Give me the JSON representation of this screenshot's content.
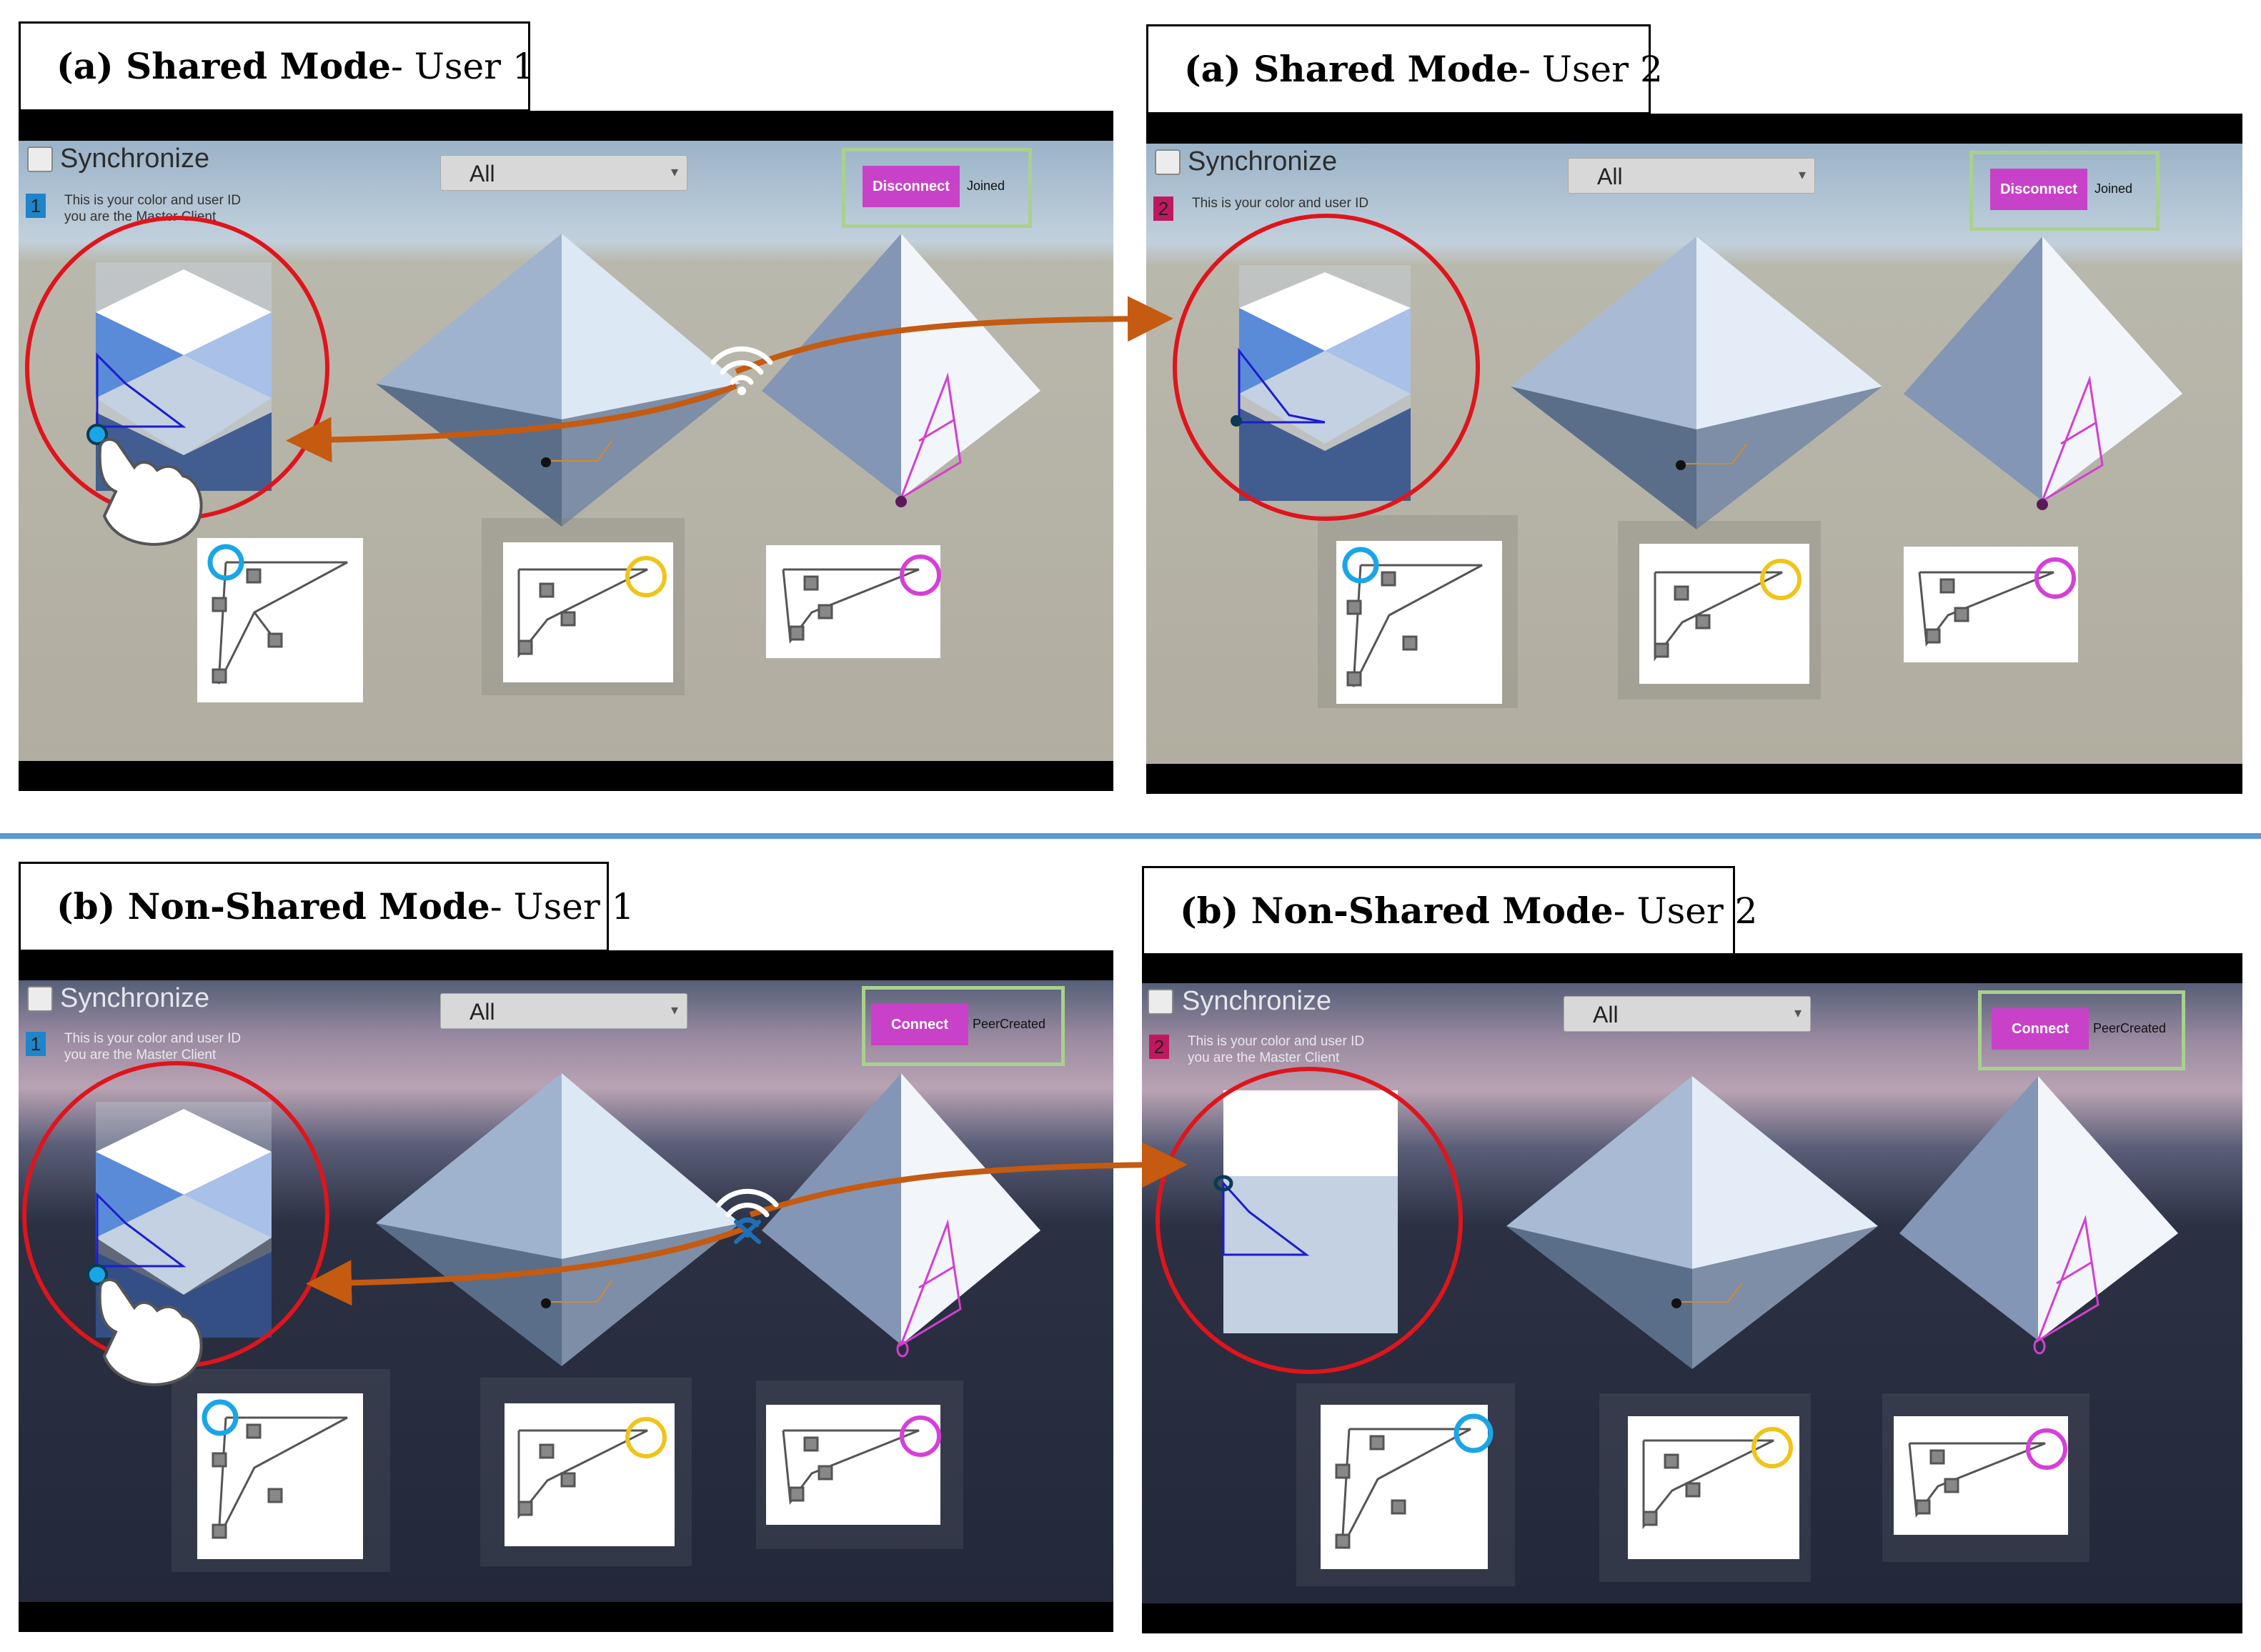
{
  "panels": [
    {
      "id": "shared-user1",
      "label_bold": "(a) Shared Mode",
      "label_rest": " - User 1",
      "sync_label": "Synchronize",
      "user_id": "1",
      "user_color": "#1f84c9",
      "info_text": "This is your color and user ID\nyou are the Master Client",
      "dropdown_value": "All",
      "connection_button": "Disconnect",
      "connection_status": "Joined"
    },
    {
      "id": "shared-user2",
      "label_bold": "(a) Shared Mode",
      "label_rest": " - User 2",
      "sync_label": "Synchronize",
      "user_id": "2",
      "user_color": "#c0185f",
      "info_text": "This is your color and user ID",
      "dropdown_value": "All",
      "connection_button": "Disconnect",
      "connection_status": "Joined"
    },
    {
      "id": "nonshared-user1",
      "label_bold": "(b) Non-Shared Mode",
      "label_rest": " - User 1",
      "sync_label": "Synchronize",
      "user_id": "1",
      "user_color": "#1f84c9",
      "info_text": "This is your color and user ID\nyou are the Master Client",
      "dropdown_value": "All",
      "connection_button": "Connect",
      "connection_status": "PeerCreated"
    },
    {
      "id": "nonshared-user2",
      "label_bold": "(b) Non-Shared Mode",
      "label_rest": " - User 2",
      "sync_label": "Synchronize",
      "user_id": "2",
      "user_color": "#c0185f",
      "info_text": "This is your color and user ID\nyou are the Master Client",
      "dropdown_value": "All",
      "connection_button": "Connect",
      "connection_status": "PeerCreated"
    }
  ],
  "colors": {
    "highlight_circle": "#e0141c",
    "sync_arrow": "#c55a11",
    "connection_frame": "#a9d18e",
    "connect_button": "#c842c9",
    "divider": "#5b9bd5",
    "wifi_connected": "#ffffff",
    "wifi_disconnected": "#1f6fb5"
  },
  "icons": {
    "sync_connected": "wifi-icon",
    "sync_disconnected": "wifi-off-icon",
    "touch": "hand-pointer-icon"
  }
}
